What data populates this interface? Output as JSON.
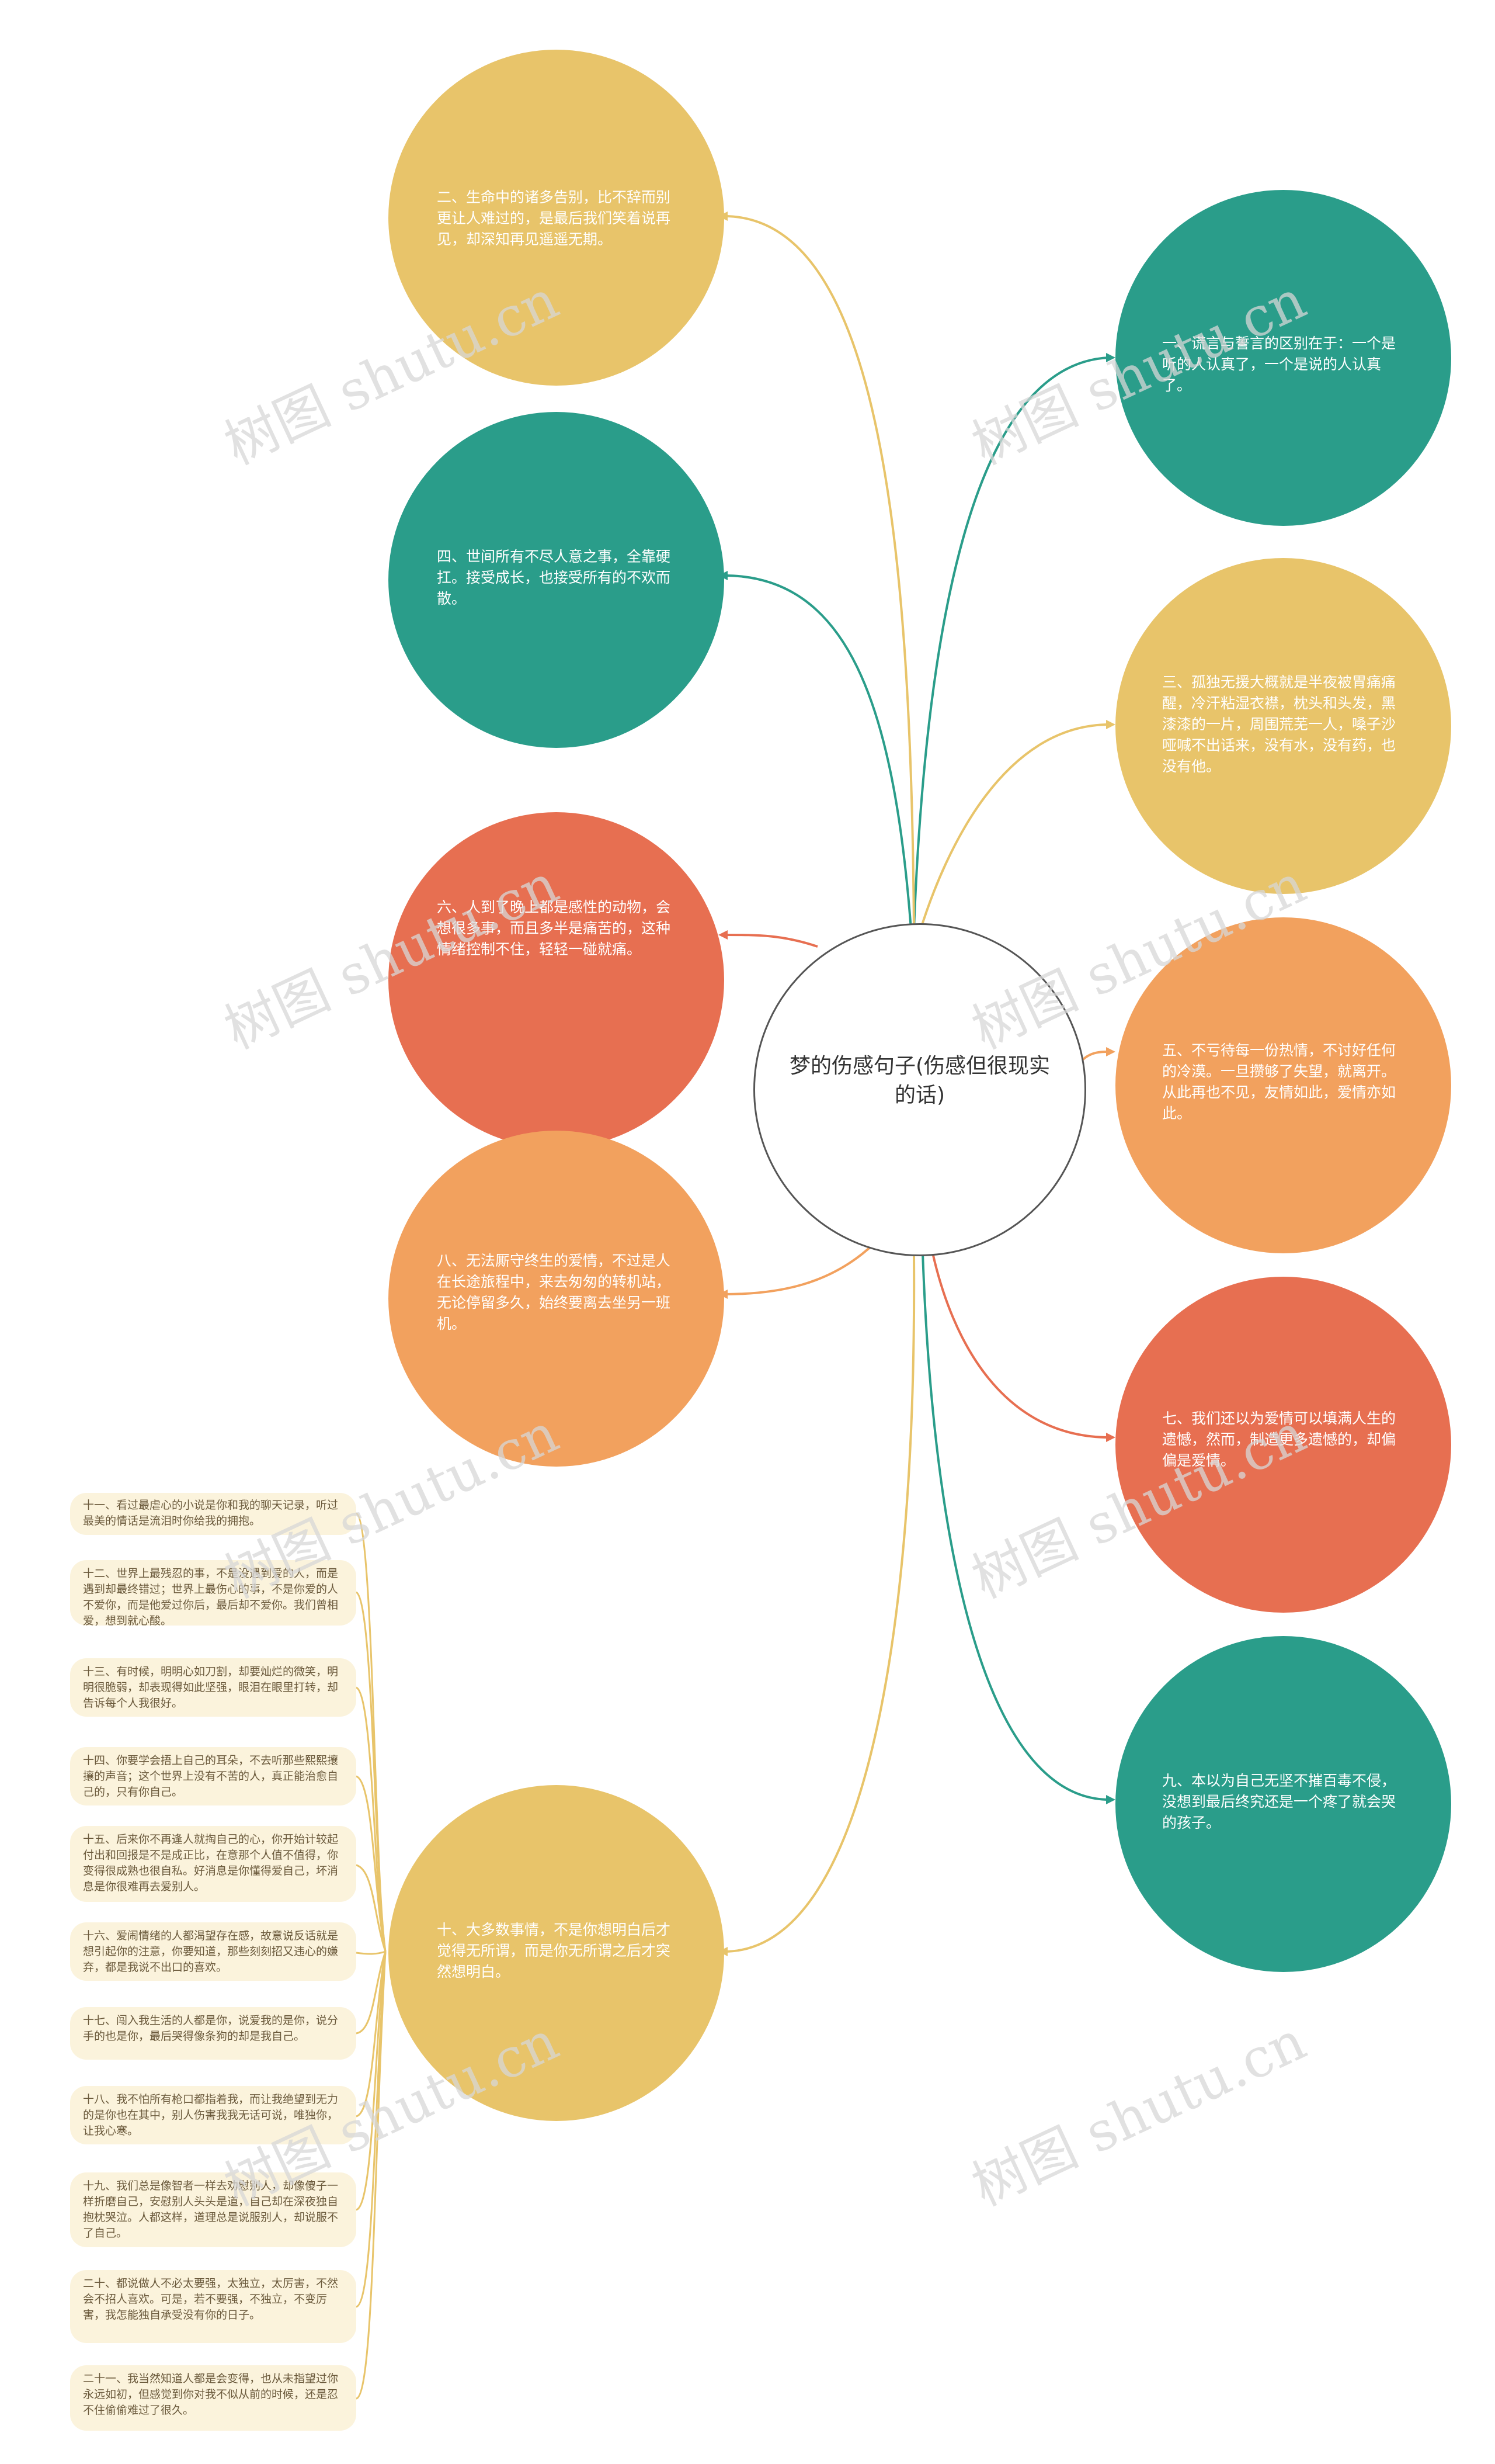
{
  "center": {
    "label": "梦的伤感句子(伤感但很现实的话)"
  },
  "nodes": [
    {
      "id": "n1",
      "text": "一、谎言与誓言的区别在于：一个是听的人认真了，一个是说的人认真了。",
      "color": "#2a9d8a"
    },
    {
      "id": "n2",
      "text": "二、生命中的诸多告别，比不辞而别更让人难过的，是最后我们笑着说再见，却深知再见遥遥无期。",
      "color": "#e8c46a"
    },
    {
      "id": "n3",
      "text": "三、孤独无援大概就是半夜被胃痛痛醒，冷汗粘湿衣襟，枕头和头发，黑漆漆的一片，周围荒芜一人，嗓子沙哑喊不出话来，没有水，没有药，也没有他。",
      "color": "#e8c46a"
    },
    {
      "id": "n4",
      "text": "四、世间所有不尽人意之事，全靠硬扛。接受成长，也接受所有的不欢而散。",
      "color": "#2a9d8a"
    },
    {
      "id": "n5",
      "text": "五、不亏待每一份热情，不讨好任何的冷漠。一旦攒够了失望，就离开。从此再也不见，友情如此，爱情亦如此。",
      "color": "#f2a15e"
    },
    {
      "id": "n6",
      "text": "六、人到了晚上都是感性的动物，会想很多事，而且多半是痛苦的，这种情绪控制不住，轻轻一碰就痛。",
      "color": "#e76f51"
    },
    {
      "id": "n7",
      "text": "七、我们还以为爱情可以填满人生的遗憾，然而，制造更多遗憾的，却偏偏是爱情。",
      "color": "#e76f51"
    },
    {
      "id": "n8",
      "text": "八、无法厮守终生的爱情，不过是人在长途旅程中，来去匆匆的转机站，无论停留多久，始终要离去坐另一班机。",
      "color": "#f2a15e"
    },
    {
      "id": "n9",
      "text": "九、本以为自己无坚不摧百毒不侵，没想到最后终究还是一个疼了就会哭的孩子。",
      "color": "#2a9d8a"
    },
    {
      "id": "n10",
      "text": "十、大多数事情，不是你想明白后才觉得无所谓，而是你无所谓之后才突然想明白。",
      "color": "#e8c46a"
    }
  ],
  "leaves": [
    "十一、看过最虐心的小说是你和我的聊天记录，听过最美的情话是流泪时你给我的拥抱。",
    "十二、世界上最残忍的事，不是没遇到爱的人，而是遇到却最终错过；世界上最伤心的事，不是你爱的人不爱你，而是他爱过你后，最后却不爱你。我们曾相爱，想到就心酸。",
    "十三、有时候，明明心如刀割，却要灿烂的微笑，明明很脆弱，却表现得如此坚强，眼泪在眼里打转，却告诉每个人我很好。",
    "十四、你要学会捂上自己的耳朵，不去听那些熙熙攘攘的声音；这个世界上没有不苦的人，真正能治愈自己的，只有你自己。",
    "十五、后来你不再逢人就掏自己的心，你开始计较起付出和回报是不是成正比，在意那个人值不值得，你变得很成熟也很自私。好消息是你懂得爱自己，坏消息是你很难再去爱别人。",
    "十六、爱闹情绪的人都渴望存在感，故意说反话就是想引起你的注意，你要知道，那些刻刻招又违心的嫌弃，都是我说不出口的喜欢。",
    "十七、闯入我生活的人都是你，说爱我的是你，说分手的也是你，最后哭得像条狗的却是我自己。",
    "十八、我不怕所有枪口都指着我，而让我绝望到无力的是你也在其中，别人伤害我我无话可说，唯独你，让我心寒。",
    "十九、我们总是像智者一样去劝慰别人，却像傻子一样折磨自己，安慰别人头头是道，自己却在深夜独自抱枕哭泣。人都这样，道理总是说服别人，却说服不了自己。",
    "二十、都说做人不必太要强，太独立，太厉害，不然会不招人喜欢。可是，若不要强，不独立，不变厉害，我怎能独自承受没有你的日子。",
    "二十一、我当然知道人都是会变得，也从未指望过你永远如初，但感觉到你对我不似从前的时候，还是忍不住偷偷难过了很久。"
  ],
  "watermark": "树图 shutu.cn"
}
